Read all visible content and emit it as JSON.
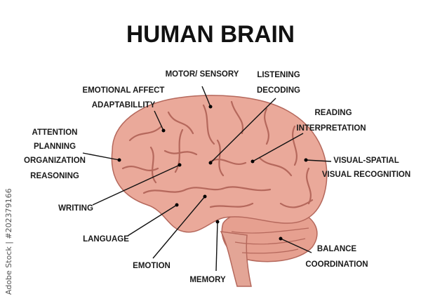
{
  "title": "HUMAN BRAIN",
  "labels": {
    "motor": [
      "MOTOR/ SENSORY"
    ],
    "listening": [
      "LISTENING",
      "DECODING"
    ],
    "emotional": [
      "EMOTIONAL AFFECT",
      "ADAPTABILLITY"
    ],
    "reading": [
      "READING",
      "INTERPRETATION"
    ],
    "attention": [
      "ATTENTION",
      "PLANNING",
      "ORGANIZATION",
      "REASONING"
    ],
    "visual": [
      "VISUAL-SPATIAL",
      "VISUAL RECOGNITION"
    ],
    "writing": [
      "WRITING"
    ],
    "language": [
      "LANGUAGE"
    ],
    "emotion": [
      "EMOTION"
    ],
    "memory": [
      "MEMORY"
    ],
    "balance": [
      "BALANCE",
      "COORDINATION"
    ]
  },
  "watermark": "Adobe Stock | #202379166",
  "colors": {
    "brain": "#eaa99a",
    "brain_dark": "#b5685c",
    "text": "#1a1a1a"
  }
}
